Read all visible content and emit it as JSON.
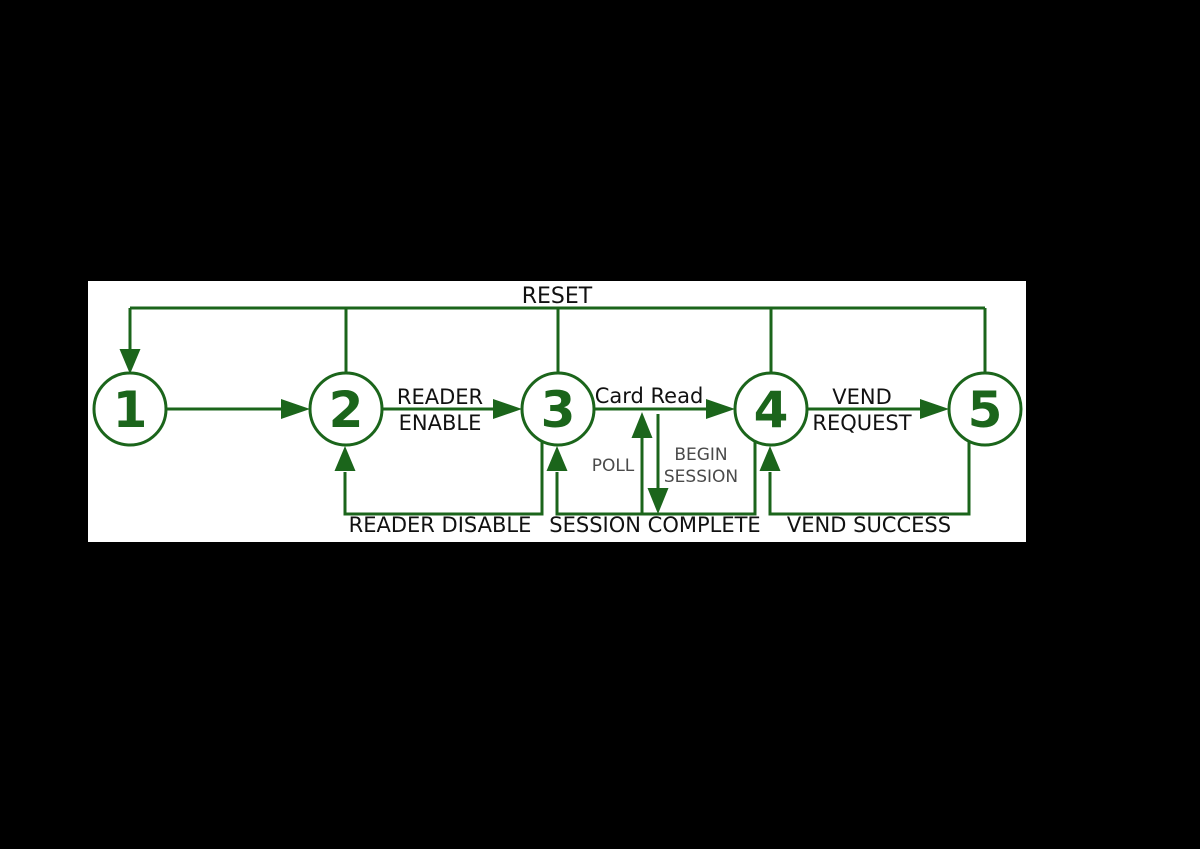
{
  "diagram": {
    "kind": "state-machine",
    "states": [
      {
        "label": "1"
      },
      {
        "label": "2"
      },
      {
        "label": "3"
      },
      {
        "label": "4"
      },
      {
        "label": "5"
      }
    ],
    "labels": {
      "reset": "RESET",
      "reader_enable_1": "READER",
      "reader_enable_2": "ENABLE",
      "card_read": "Card Read",
      "vend_request_1": "VEND",
      "vend_request_2": "REQUEST",
      "poll": "POLL",
      "begin_session_1": "BEGIN",
      "begin_session_2": "SESSION",
      "reader_disable": "READER DISABLE",
      "session_complete": "SESSION COMPLETE",
      "vend_success": "VEND SUCCESS"
    },
    "transitions": [
      {
        "from": "1",
        "to": "2",
        "label": ""
      },
      {
        "from": "2",
        "to": "3",
        "label": "READER ENABLE"
      },
      {
        "from": "3",
        "to": "4",
        "label": "Card Read"
      },
      {
        "from": "4",
        "to": "5",
        "label": "VEND REQUEST"
      },
      {
        "from": "3",
        "to": "2",
        "label": "READER DISABLE"
      },
      {
        "from": "4",
        "to": "3",
        "label": "SESSION COMPLETE"
      },
      {
        "from": "5",
        "to": "4",
        "label": "VEND SUCCESS"
      },
      {
        "from": "2,3,4,5",
        "to": "1",
        "label": "RESET"
      },
      {
        "from": "3",
        "to": "4",
        "label": "POLL / BEGIN SESSION"
      }
    ],
    "colors": {
      "page_background": "#000000",
      "panel_background": "#ffffff",
      "line_green": "#1b651b",
      "label_black": "#111111",
      "small_label_gray": "#4a4a4a"
    }
  }
}
